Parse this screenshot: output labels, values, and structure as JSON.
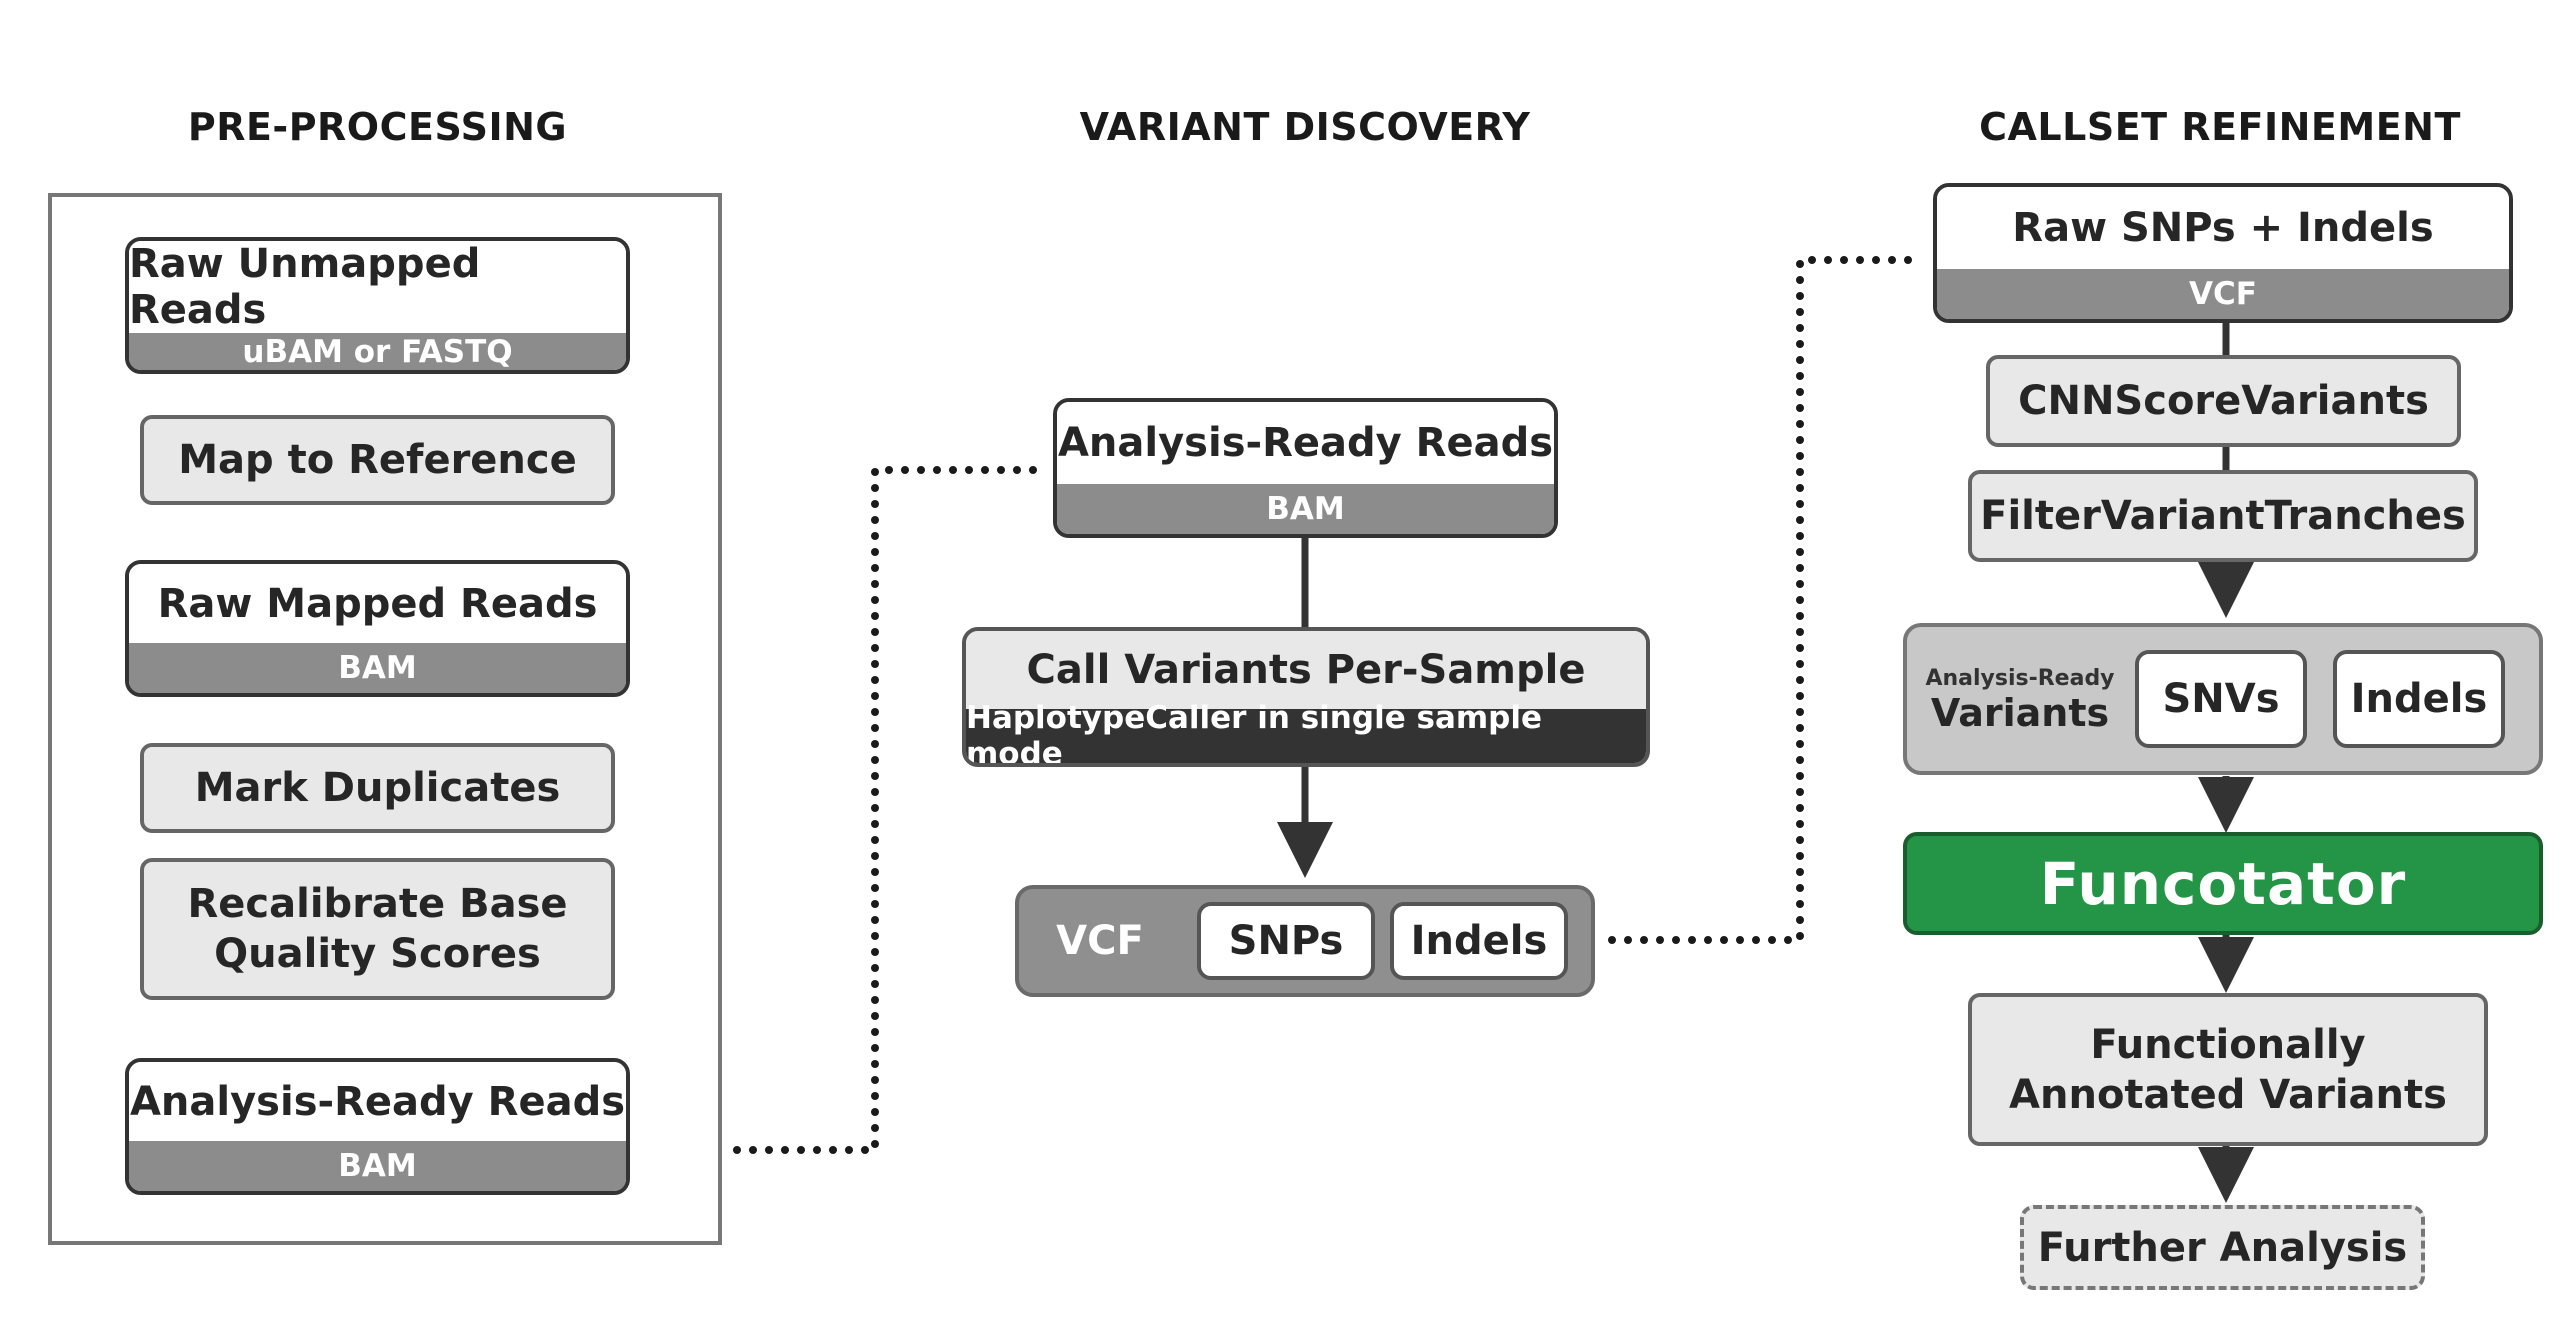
{
  "headers": {
    "pre_processing": "PRE-PROCESSING",
    "variant_discovery": "VARIANT DISCOVERY",
    "callset_refinement": "CALLSET REFINEMENT"
  },
  "pre_processing": {
    "raw_unmapped_reads": {
      "title": "Raw Unmapped Reads",
      "format": "uBAM or FASTQ"
    },
    "map_to_reference": "Map to Reference",
    "raw_mapped_reads": {
      "title": "Raw Mapped Reads",
      "format": "BAM"
    },
    "mark_duplicates": "Mark Duplicates",
    "recalibrate_line1": "Recalibrate Base",
    "recalibrate_line2": "Quality Scores",
    "analysis_ready_reads": {
      "title": "Analysis-Ready Reads",
      "format": "BAM"
    }
  },
  "variant_discovery": {
    "analysis_ready_reads": {
      "title": "Analysis-Ready Reads",
      "format": "BAM"
    },
    "call_variants": {
      "title": "Call Variants Per-Sample",
      "subtitle": "HaplotypeCaller in single sample mode"
    },
    "vcf_group": {
      "label": "VCF",
      "snps": "SNPs",
      "indels": "Indels"
    }
  },
  "callset_refinement": {
    "raw_snps_indels": {
      "title": "Raw SNPs + Indels",
      "format": "VCF"
    },
    "cnn_score_variants": "CNNScoreVariants",
    "filter_variant_tranches": "FilterVariantTranches",
    "analysis_ready_variants": {
      "label_small": "Analysis-Ready",
      "label": "Variants",
      "snvs": "SNVs",
      "indels": "Indels"
    },
    "funcotator": "Funcotator",
    "functionally_annotated_line1": "Functionally",
    "functionally_annotated_line2": "Annotated Variants",
    "further_analysis": "Further Analysis"
  }
}
